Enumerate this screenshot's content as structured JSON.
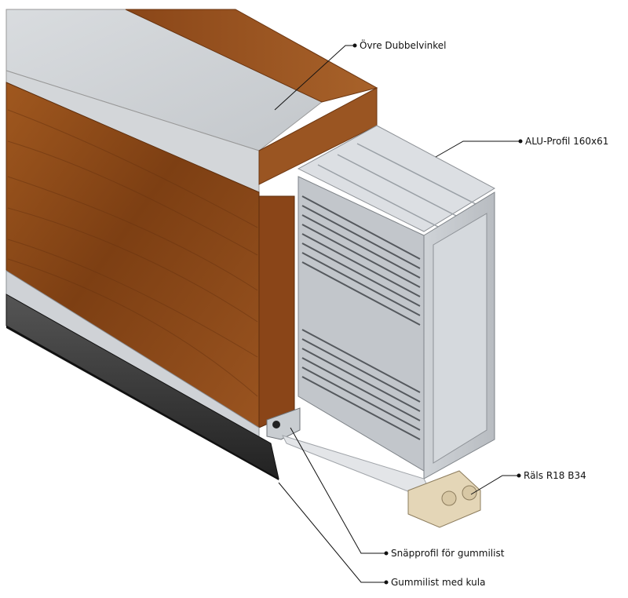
{
  "labels": {
    "upper_double_angle": "Övre Dubbelvinkel",
    "alu_profile": "ALU-Profil 160x61",
    "rail": "Räls R18 B34",
    "snap_profile": "Snäpprofil för gummilist",
    "rubber_strip": "Gummilist med kula"
  },
  "colors": {
    "wood": "#8a4a1c",
    "wood_dark": "#6b3510",
    "aluminium": "#c9cdd2",
    "aluminium_light": "#dcdfe3",
    "rubber": "#2a2a2a"
  }
}
